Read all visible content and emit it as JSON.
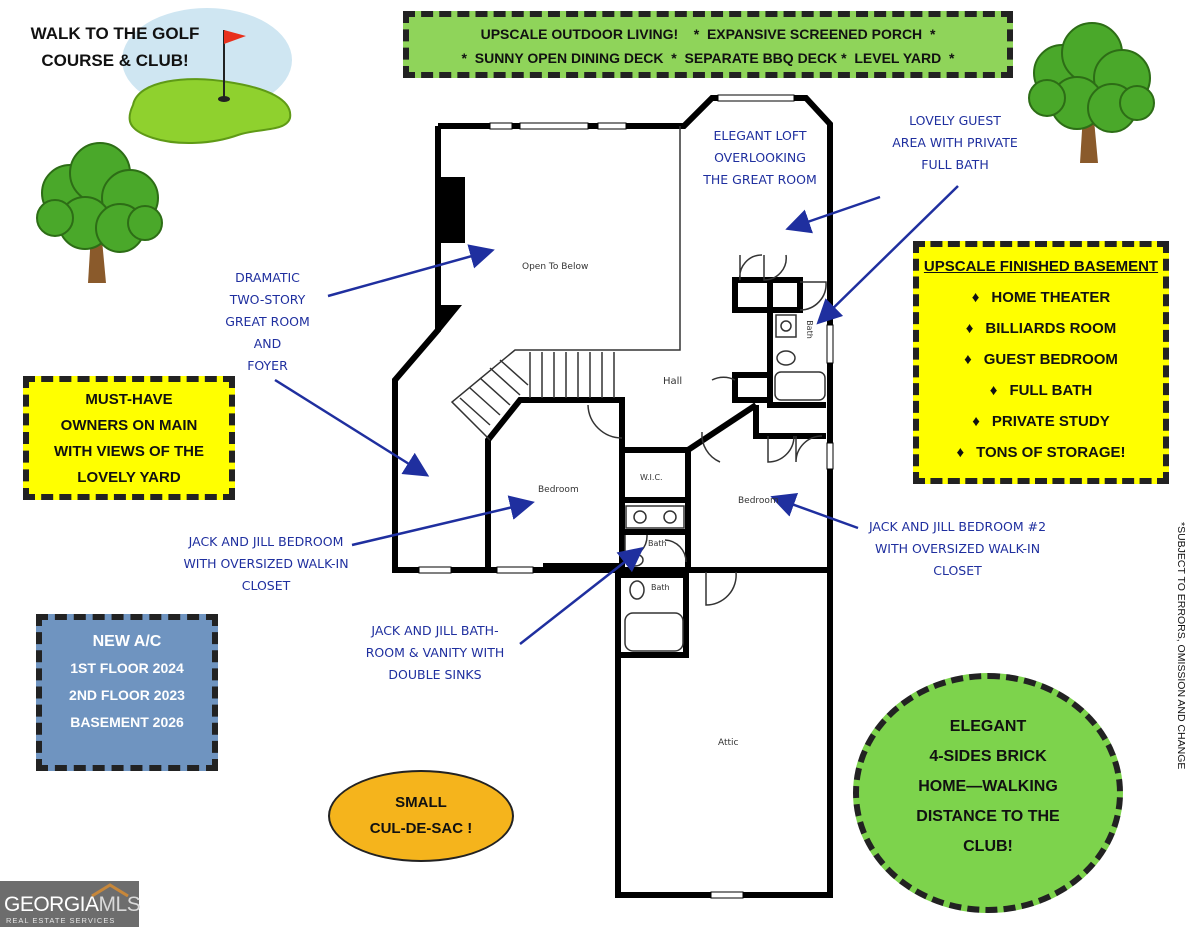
{
  "golf": {
    "title_line1": "WALK TO THE GOLF",
    "title_line2": "COURSE & CLUB!"
  },
  "banner": {
    "line1": "UPSCALE OUTDOOR LIVING!    *  EXPANSIVE SCREENED PORCH  *",
    "line2": "*  SUNNY OPEN DINING DECK  *  SEPARATE BBQ DECK *  LEVEL YARD  *",
    "color": "#8fd45a"
  },
  "callouts": {
    "loft": [
      "ELEGANT LOFT",
      "OVERLOOKING",
      "THE GREAT ROOM"
    ],
    "guest": [
      "LOVELY GUEST",
      "AREA WITH PRIVATE",
      "FULL BATH"
    ],
    "great_room": [
      "DRAMATIC",
      "TWO-STORY",
      "GREAT ROOM",
      "AND",
      "FOYER"
    ],
    "jj_bedroom": [
      "JACK AND JILL BEDROOM",
      "WITH OVERSIZED WALK-IN",
      "CLOSET"
    ],
    "jj_bath": [
      "JACK AND JILL BATH-",
      "ROOM & VANITY WITH",
      "DOUBLE SINKS"
    ],
    "jj_bedroom2": [
      "JACK AND JILL BEDROOM #2",
      "WITH OVERSIZED WALK-IN",
      "CLOSET"
    ]
  },
  "owners_box": {
    "lines": [
      "MUST-HAVE",
      "OWNERS ON MAIN",
      "WITH  VIEWS OF THE",
      "LOVELY YARD"
    ],
    "color": "#ffff00"
  },
  "basement_box": {
    "title": "UPSCALE FINISHED BASEMENT",
    "bullet": "♦",
    "items": [
      "HOME THEATER",
      "BILLIARDS ROOM",
      "GUEST BEDROOM",
      "FULL BATH",
      "PRIVATE STUDY",
      "TONS OF STORAGE!"
    ],
    "color": "#ffff00"
  },
  "ac_box": {
    "title": "NEW A/C",
    "lines": [
      "1ST FLOOR 2024",
      "2ND FLOOR 2023",
      "BASEMENT 2026"
    ],
    "color": "#6f94c0"
  },
  "culdesac": {
    "lines": [
      "SMALL",
      "CUL-DE-SAC !"
    ],
    "color": "#f5b41c"
  },
  "brick": {
    "lines": [
      "ELEGANT",
      "4-SIDES BRICK",
      "HOME—WALKING",
      "DISTANCE TO THE",
      "CLUB!"
    ],
    "color": "#7dd34c"
  },
  "disclaimer": "*SUBJECT TO ERRORS, OMISSION AND CHANGE",
  "logo": {
    "brand_a": "GEORGIA",
    "brand_b": "MLS",
    "sub": "REAL ESTATE SERVICES"
  },
  "rooms": {
    "open_to_below": "Open To Below",
    "hall": "Hall",
    "bedroom1": "Bedroom",
    "bedroom2": "Bedroom",
    "wic": "W.I.C.",
    "bath_jj": "Bath",
    "bath_small": "Bath",
    "bath_guest": "Bath",
    "attic": "Attic"
  }
}
